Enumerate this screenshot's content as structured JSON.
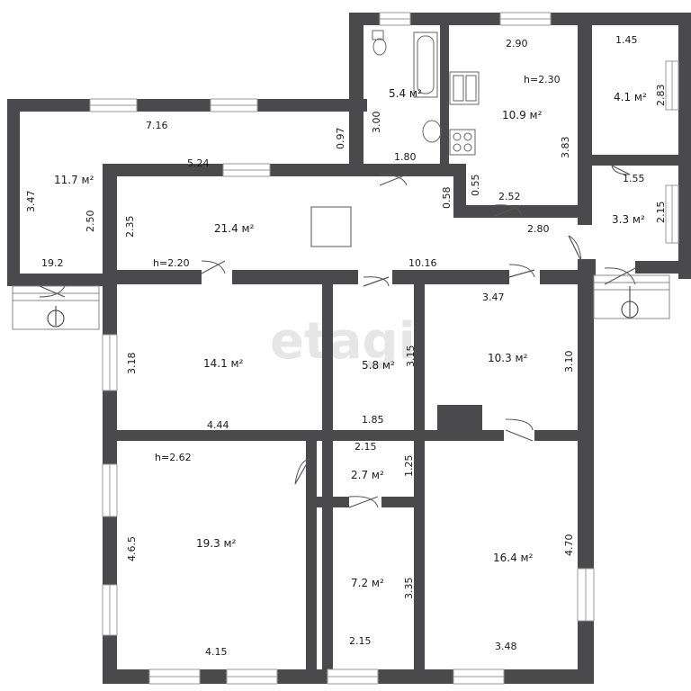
{
  "watermark": "etagi",
  "rooms": {
    "left_wing": "11.7 м²",
    "corridor": "21.4 м²",
    "bathroom": "5.4 м²",
    "kitchen": "10.9 м²",
    "small_top": "4.1 м²",
    "vestibule": "3.3 м²",
    "room_a": "14.1 м²",
    "room_b": "5.8 м²",
    "room_c": "10.3 м²",
    "hall_small": "2.7 м²",
    "room_big": "19.3 м²",
    "room_mid": "7.2 м²",
    "room_right": "16.4 м²"
  },
  "dims": [
    "7.16",
    "0.97",
    "3.47",
    "2.50",
    "19.2",
    "5.24",
    "2.35",
    "h=2.20",
    "10.16",
    "0.58",
    "3.00",
    "1.80",
    "2.90",
    "h=2.30",
    "3.83",
    "0.55",
    "2.52",
    "2.80",
    "1.45",
    "2.83",
    "1.55",
    "2.15",
    "3.47",
    "3.18",
    "4.44",
    "3.15",
    "1.85",
    "3.10",
    "2.15",
    "1.25",
    "h=2.62",
    "4.6.5",
    "4.15",
    "3.35",
    "2.15",
    "4.70",
    "3.48"
  ]
}
